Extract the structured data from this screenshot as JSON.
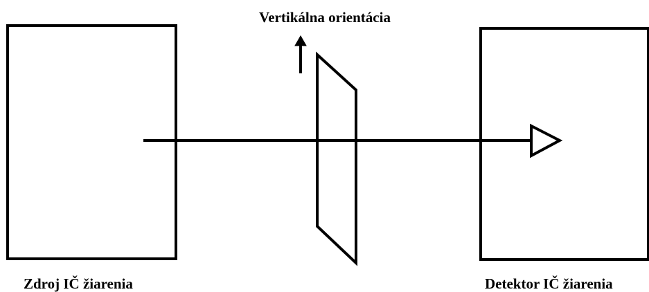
{
  "labels": {
    "orientation": "Vertikálna orientácia",
    "source": "Zdroj IČ žiarenia",
    "detector": "Detektor IČ žiarenia"
  },
  "colors": {
    "stroke": "#000000",
    "background": "#ffffff"
  }
}
